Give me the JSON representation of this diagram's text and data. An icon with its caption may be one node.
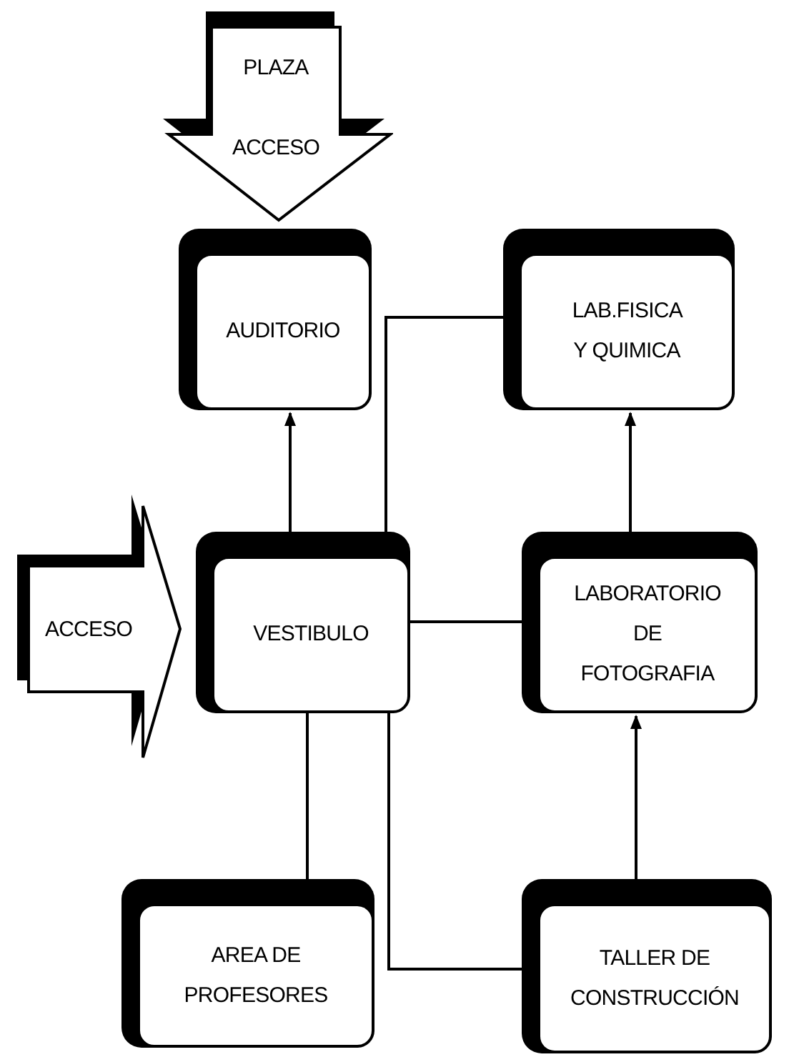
{
  "diagram": {
    "nodes": [
      {
        "text": [
          "PLAZA",
          "ACCESO"
        ]
      },
      {
        "text": [
          "AUDITORIO"
        ]
      },
      {
        "text": [
          "LAB.FISICA Y QUIMICA"
        ]
      },
      {
        "text": [
          "ACCESO"
        ]
      },
      {
        "text": [
          "VESTIBULO"
        ]
      },
      {
        "text": [
          "LABORATORIO DE FOTOGRAFIA"
        ]
      },
      {
        "text": [
          "AREA DE PROFESORES"
        ]
      },
      {
        "text": [
          "TALLER DE CONSTRUCCIÓN"
        ]
      }
    ],
    "edges": [
      {
        "from": 4,
        "to": 1,
        "arrow": "to"
      },
      {
        "from": 4,
        "to": 2,
        "arrow": "none"
      },
      {
        "from": 4,
        "to": 5,
        "arrow": "none"
      },
      {
        "from": 5,
        "to": 2,
        "arrow": "to"
      },
      {
        "from": 4,
        "to": 6,
        "arrow": "none"
      },
      {
        "from": 4,
        "to": 7,
        "arrow": "none"
      },
      {
        "from": 7,
        "to": 5,
        "arrow": "to"
      }
    ]
  }
}
